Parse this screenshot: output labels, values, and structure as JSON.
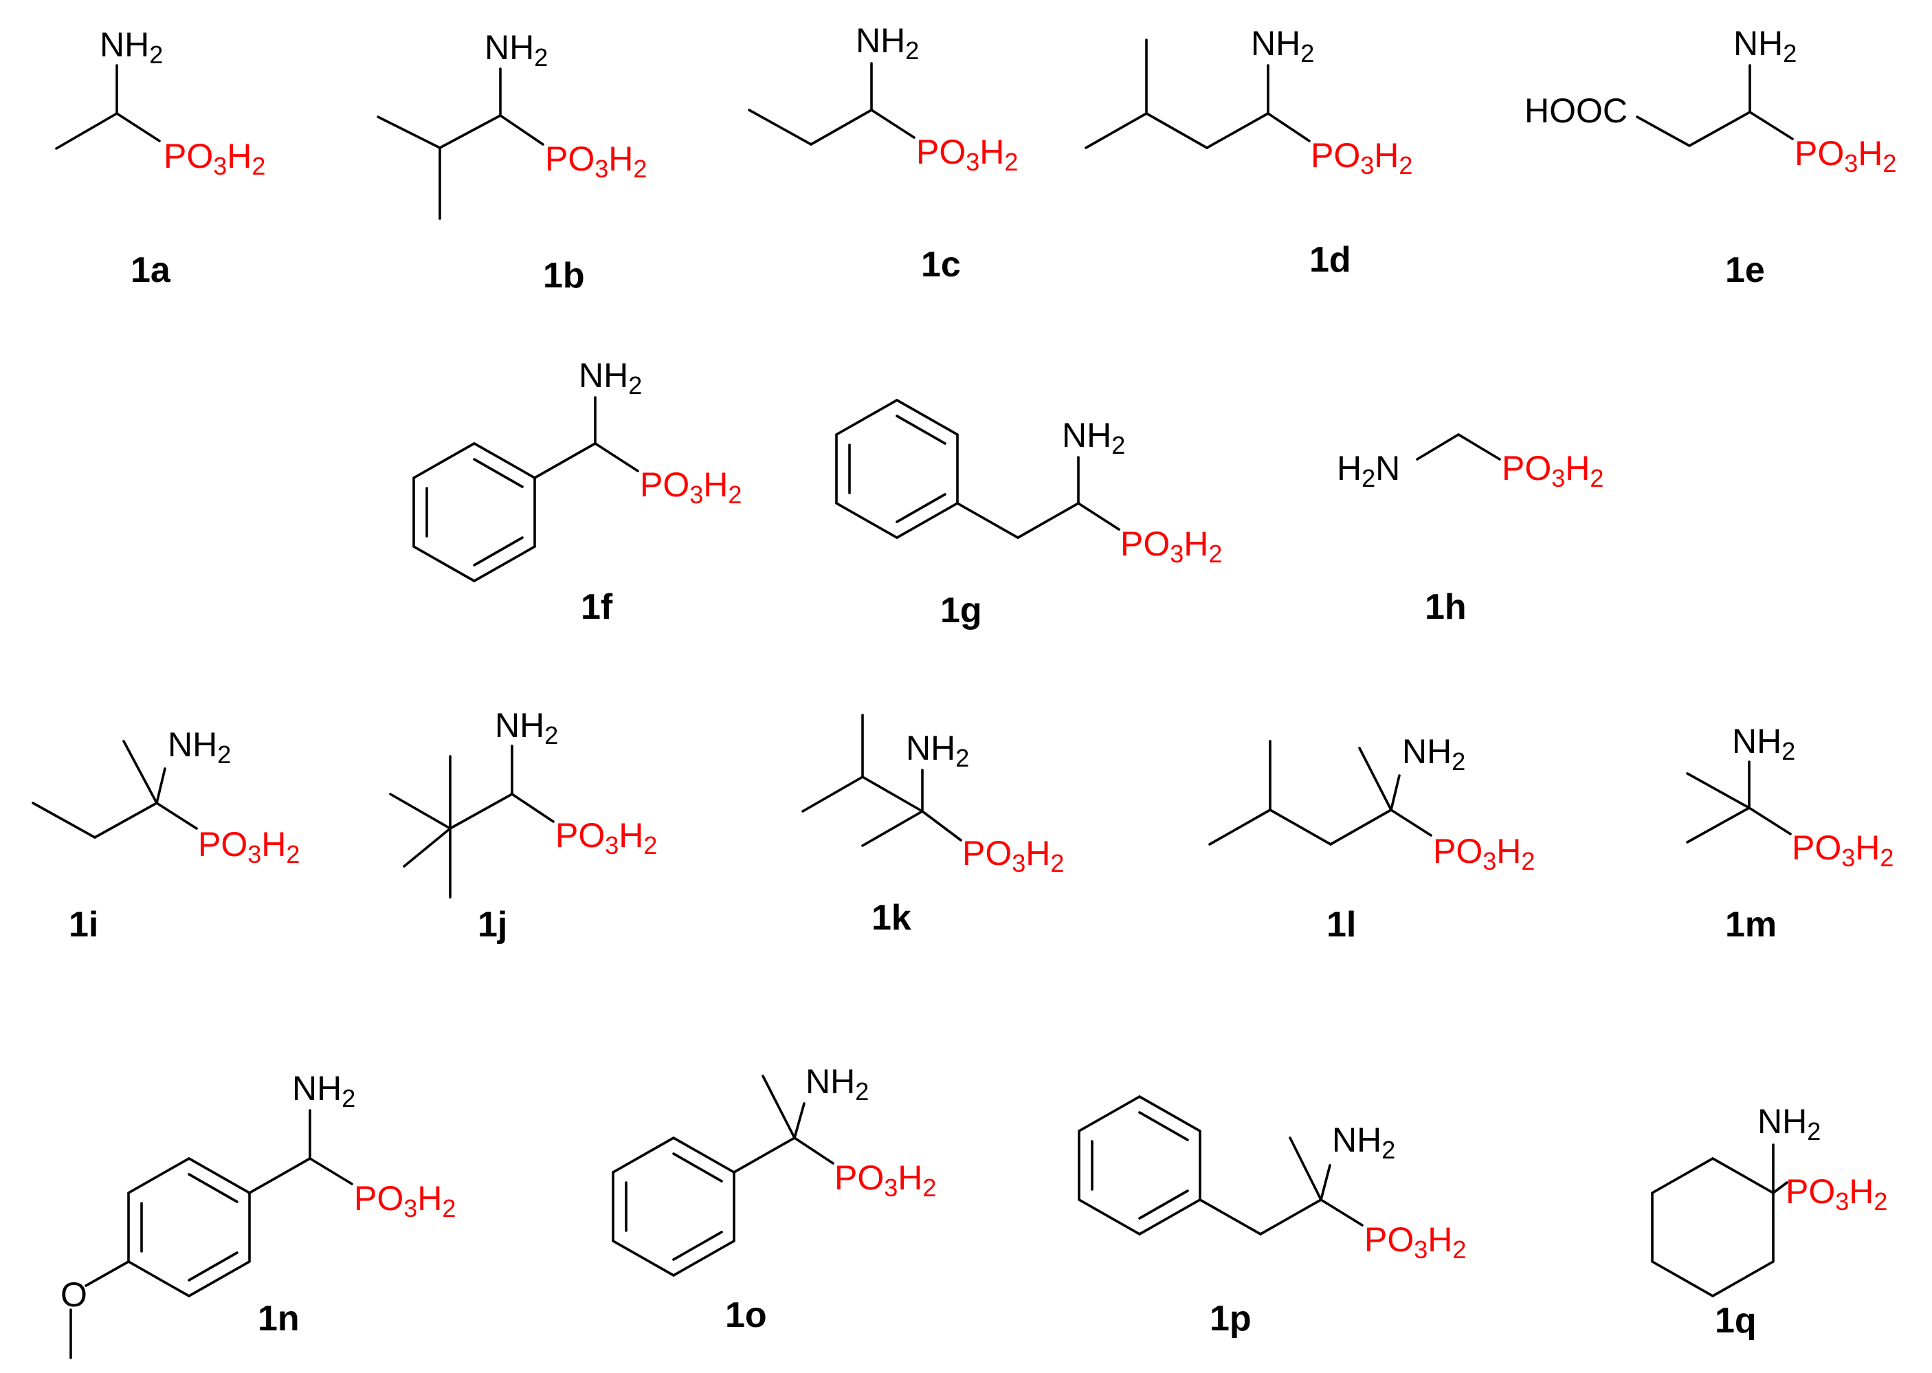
{
  "colors": {
    "phosphonate": "#ff0000",
    "bond": "#000000",
    "background": "#ffffff"
  },
  "groups": {
    "nh2": {
      "main": "NH",
      "sub": "2"
    },
    "h2n": {
      "pre": "H",
      "sub": "2",
      "post": "N"
    },
    "po3h2": {
      "a": "PO",
      "s1": "3",
      "b": "H",
      "s2": "2"
    },
    "hooc": "HOOC",
    "methoxy_o": "O"
  },
  "compounds": [
    {
      "id": "1a"
    },
    {
      "id": "1b"
    },
    {
      "id": "1c"
    },
    {
      "id": "1d"
    },
    {
      "id": "1e"
    },
    {
      "id": "1f"
    },
    {
      "id": "1g"
    },
    {
      "id": "1h"
    },
    {
      "id": "1i"
    },
    {
      "id": "1j"
    },
    {
      "id": "1k"
    },
    {
      "id": "1l"
    },
    {
      "id": "1m"
    },
    {
      "id": "1n"
    },
    {
      "id": "1o"
    },
    {
      "id": "1p"
    },
    {
      "id": "1q"
    }
  ]
}
